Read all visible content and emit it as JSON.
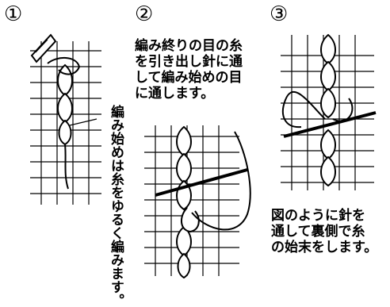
{
  "steps": [
    {
      "number": "①",
      "caption_lines": [
        "編み始めは糸をゆるく",
        "編みます。"
      ]
    },
    {
      "number": "②",
      "caption_lines": [
        "編み終りの目の糸",
        "を引き出し針に通",
        "して編み始めの目",
        "に通します。"
      ]
    },
    {
      "number": "③",
      "caption_lines": [
        "図のように針を",
        "通して裏側で糸",
        "の始末をします。"
      ]
    }
  ]
}
